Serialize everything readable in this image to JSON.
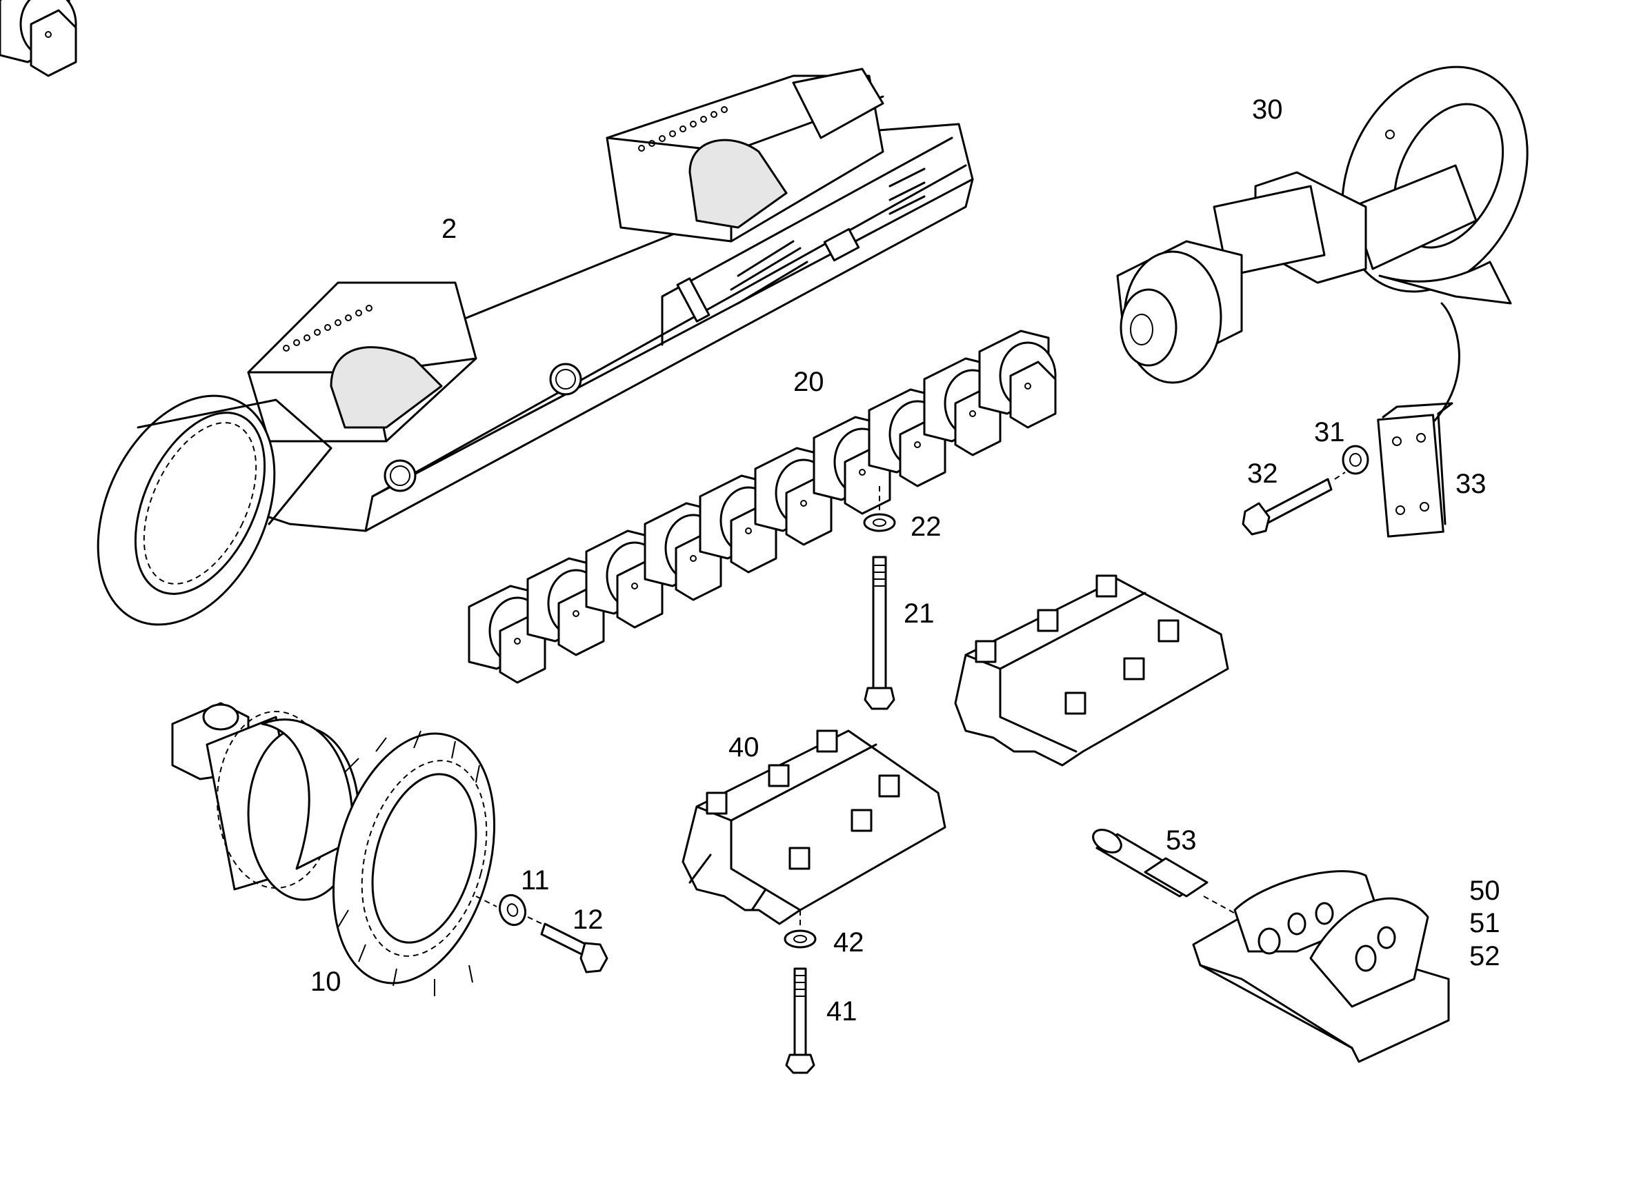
{
  "callouts": {
    "n2": "2",
    "n10": "10",
    "n11": "11",
    "n12": "12",
    "n20": "20",
    "n21": "21",
    "n22": "22",
    "n30": "30",
    "n31": "31",
    "n32": "32",
    "n33": "33",
    "n40": "40",
    "n41": "41",
    "n42": "42",
    "n50": "50",
    "n51": "51",
    "n52": "52",
    "n53": "53"
  }
}
